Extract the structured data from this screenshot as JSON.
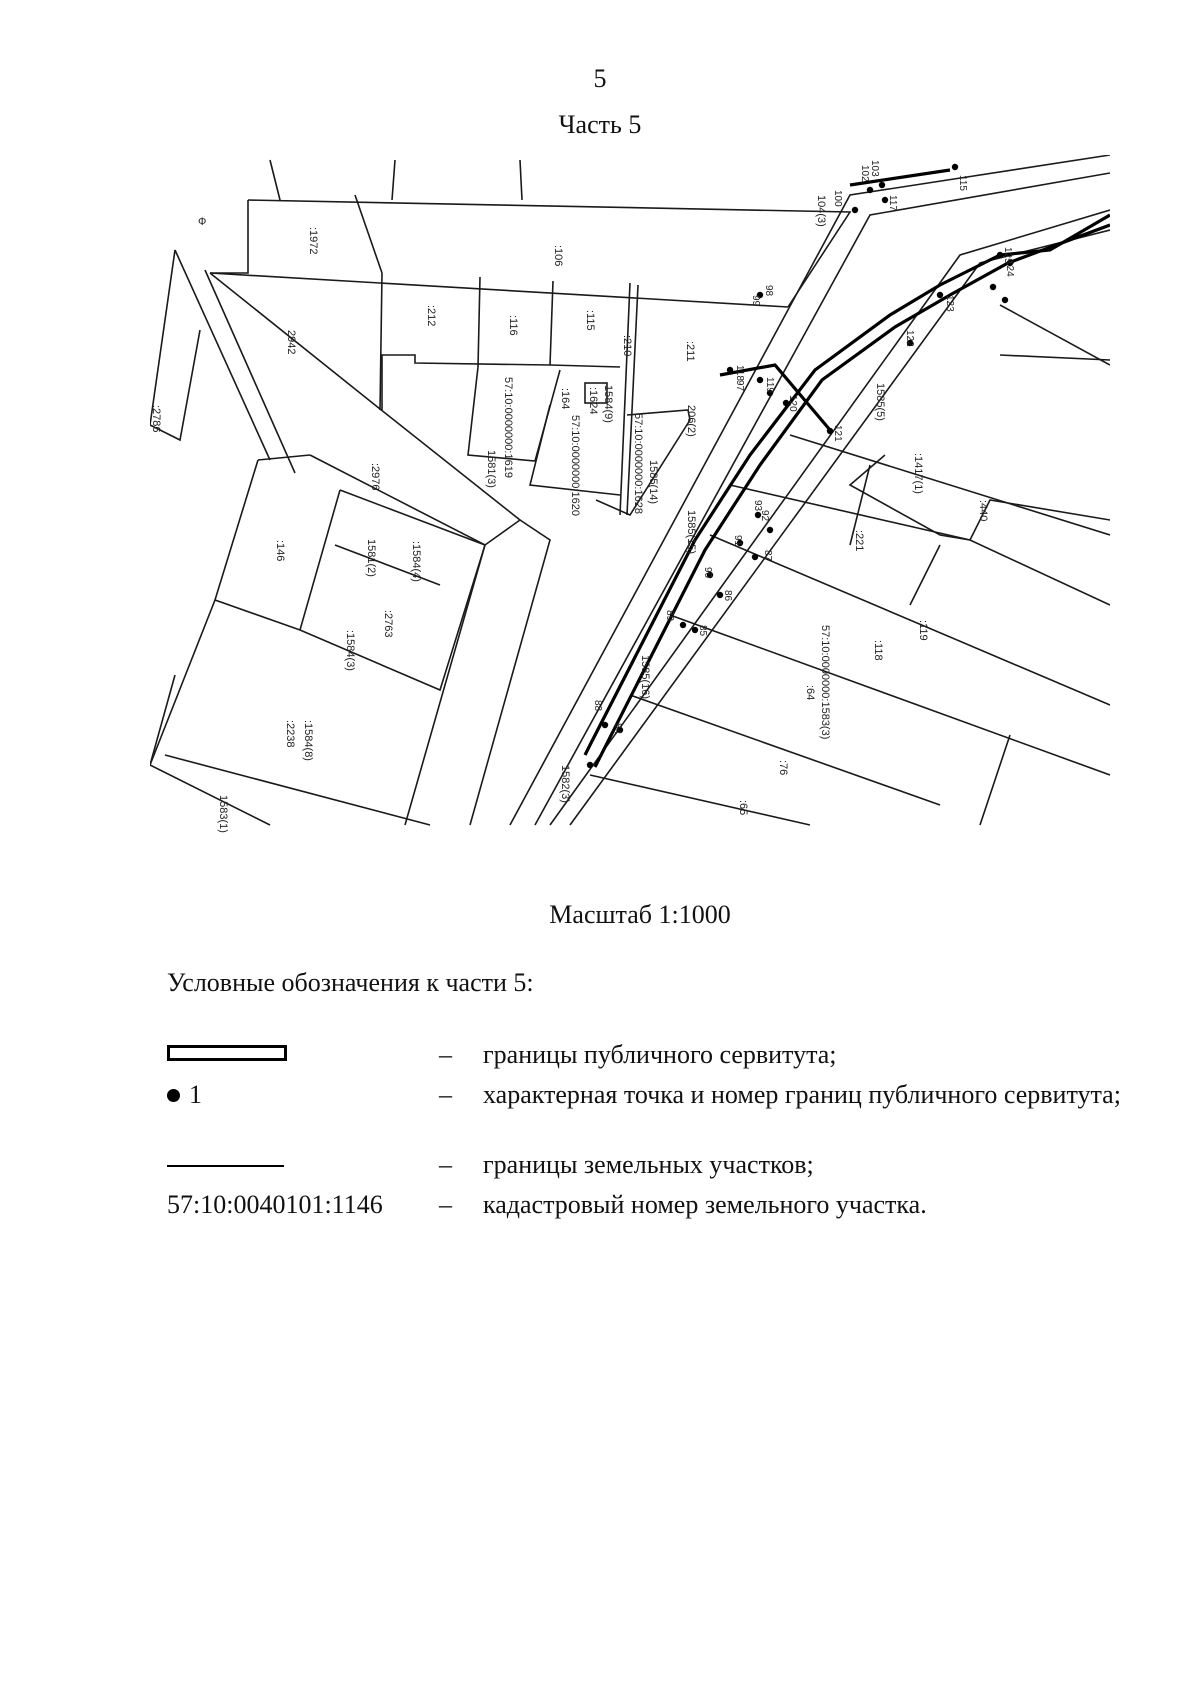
{
  "page": {
    "number": "5",
    "part_title": "Часть 5"
  },
  "map": {
    "north_symbol": "Ф",
    "plot_labels": [
      ":1972",
      ":106",
      ":212",
      ":116",
      ":115",
      ":210",
      ":211",
      "2942",
      ":2786",
      "57:10:0000000:1619",
      "1581(3)",
      ":2976",
      ":146",
      "1581(2)",
      ":1584(4)",
      ":2763",
      ":1584(3)",
      ":2238",
      ":1584(8)",
      "1583(1)",
      ":1624",
      ":164",
      "57:10:0000000:1620",
      "57:10:0000000:1628",
      "1585(14)",
      "206(2)",
      "1584(9)",
      "104(3)",
      "1585(15)",
      ":1417(1)",
      ":440",
      ":221",
      ":119",
      ":118",
      "57:10:0000000:1583(3)",
      ":64",
      ":76",
      ":65",
      "1585(5)",
      "1585(16)",
      "1582(3)"
    ],
    "point_labels": [
      "100",
      "102",
      "103",
      "115",
      "117",
      "97",
      "98",
      "99",
      "118",
      "119",
      "120",
      "121",
      "122",
      "123",
      "124",
      "125",
      "92",
      "93",
      "91",
      "90",
      "89",
      "88",
      "87",
      "86",
      "85",
      "84"
    ]
  },
  "scale_label": "Масштаб 1:1000",
  "legend": {
    "title": "Условные обозначения к части 5:",
    "dash": "–",
    "items": [
      {
        "text": "границы публичного сервитута;"
      },
      {
        "symbol_text": "1",
        "text": "характерная точка и номер границ публичного сервитута;"
      },
      {
        "text": "границы земельных участков;"
      },
      {
        "symbol_text": "57:10:0040101:1146",
        "text": "кадастровый номер земельного участка."
      }
    ]
  }
}
